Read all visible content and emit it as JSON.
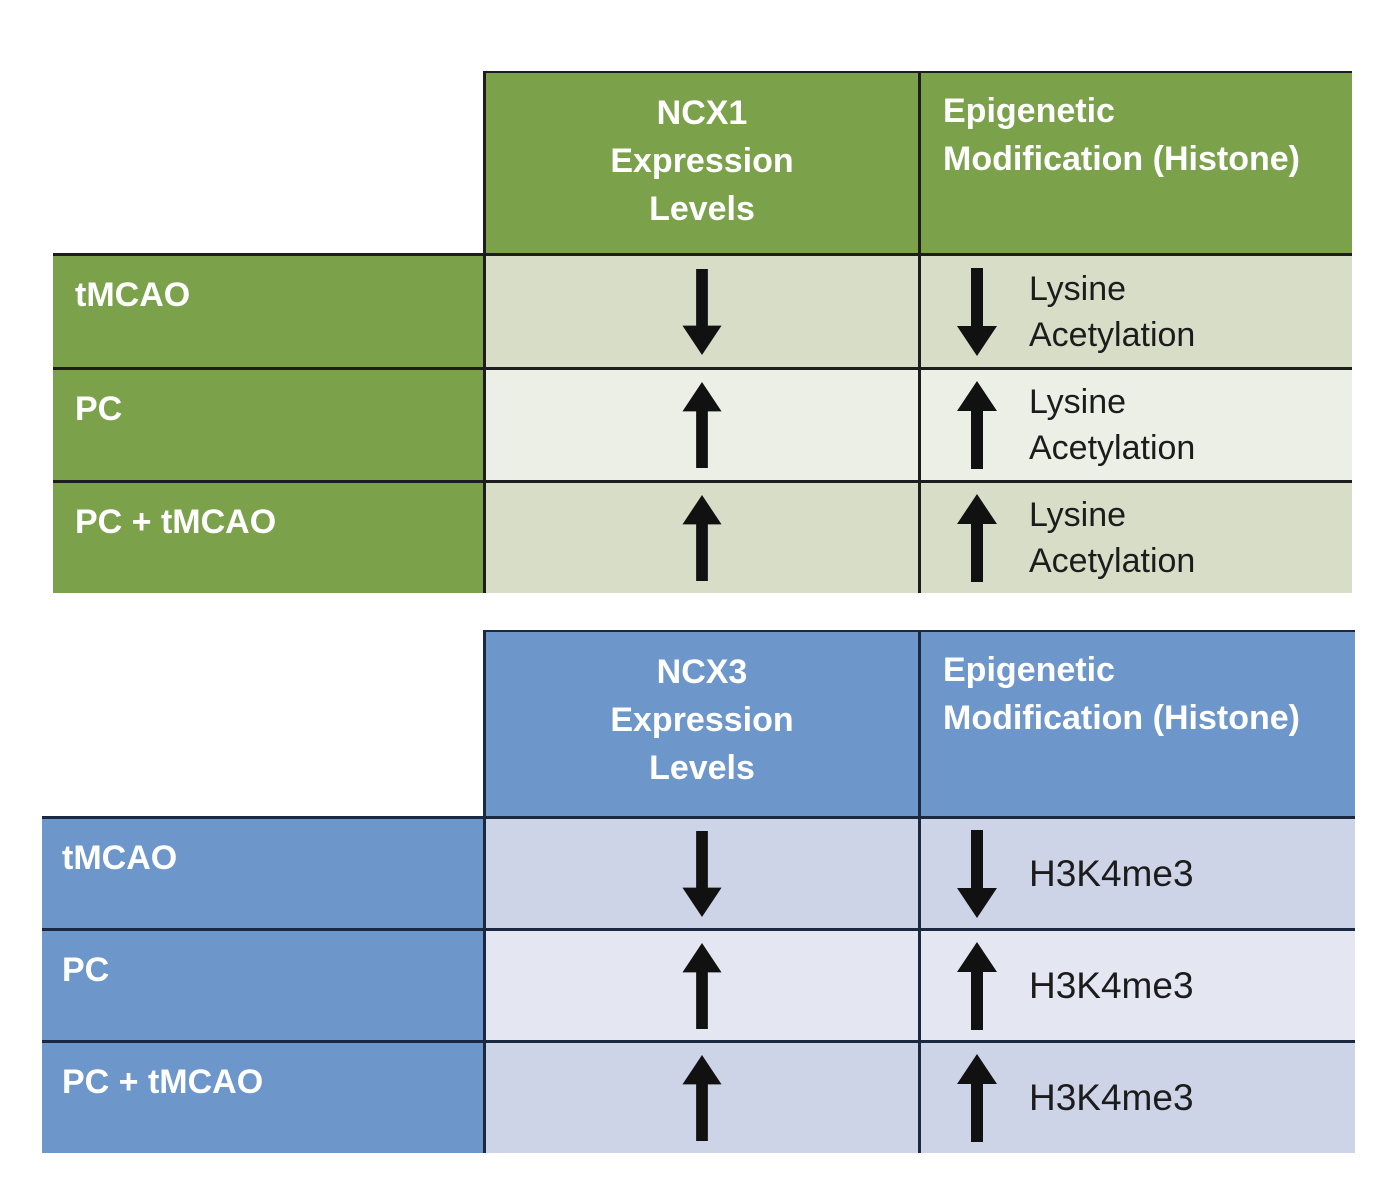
{
  "background": "#ffffff",
  "arrow_color": "#111111",
  "chart_data": [
    {
      "type": "table",
      "name": "NCX1 summary table",
      "theme_color": "#7ba24b",
      "band_colors": [
        "#d8ddc8",
        "#ecefe6"
      ],
      "border_color": "#1d1d1d",
      "header_text_color": "#ffffff",
      "header": {
        "expression": "NCX1\nExpression\nLevels",
        "modification": "Epigenetic\nModification (Histone)"
      },
      "rows": [
        {
          "label": "tMCAO",
          "expression": "down",
          "modification": "down",
          "modification_text": "Lysine\nAcetylation"
        },
        {
          "label": "PC",
          "expression": "up",
          "modification": "up",
          "modification_text": "Lysine\nAcetylation"
        },
        {
          "label": "PC + tMCAO",
          "expression": "up",
          "modification": "up",
          "modification_text": "Lysine\nAcetylation"
        }
      ]
    },
    {
      "type": "table",
      "name": "NCX3 summary table",
      "theme_color": "#6d96cb",
      "band_colors": [
        "#cdd4e8",
        "#e4e7f2"
      ],
      "border_color": "#1b2840",
      "header_text_color": "#ffffff",
      "header": {
        "expression": "NCX3\nExpression\nLevels",
        "modification": "Epigenetic\nModification (Histone)"
      },
      "rows": [
        {
          "label": "tMCAO",
          "expression": "down",
          "modification": "down",
          "modification_text": "H3K4me3"
        },
        {
          "label": "PC",
          "expression": "up",
          "modification": "up",
          "modification_text": "H3K4me3"
        },
        {
          "label": "PC + tMCAO",
          "expression": "up",
          "modification": "up",
          "modification_text": "H3K4me3"
        }
      ]
    }
  ]
}
